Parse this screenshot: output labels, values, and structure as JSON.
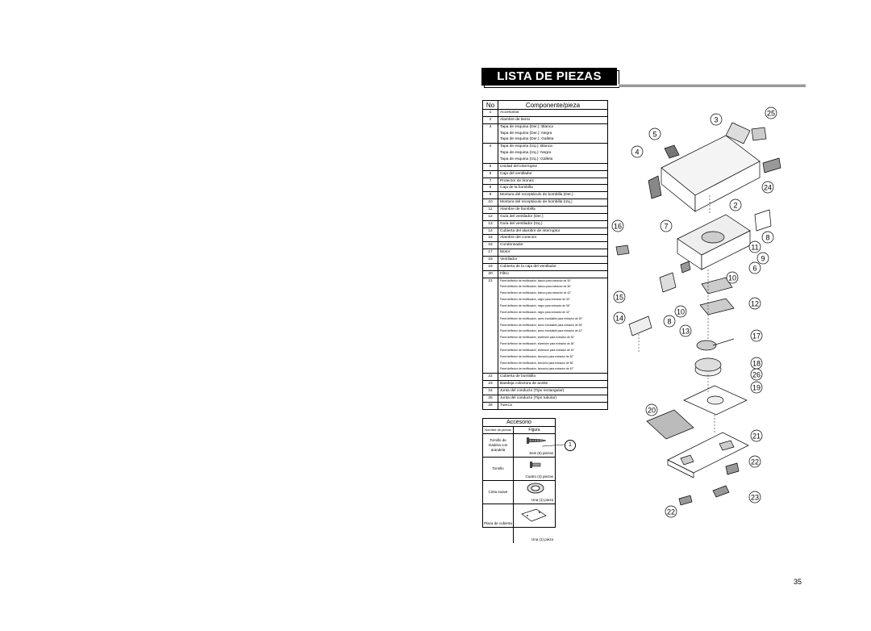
{
  "title": "LISTA DE PIEZAS",
  "table": {
    "header_no": "No",
    "header_component": "Componente/pieza",
    "rows": [
      {
        "no": "1",
        "lines": [
          "Accesorios"
        ]
      },
      {
        "no": "2",
        "lines": [
          "Alambre de tierra"
        ]
      },
      {
        "no": "3",
        "lines": [
          "Tapa de esquina (Der.): Blanca",
          "Tapa de esquina (Der.): Negra",
          "Tapa de esquina (Der.): Galleta"
        ]
      },
      {
        "no": "4",
        "lines": [
          "Tapa de esquina (Izq.): Blanca",
          "Tapa de esquina (Izq.): Negra",
          "Tapa de esquina (Izq.): Galleta"
        ]
      },
      {
        "no": "5",
        "lines": [
          "Unidad del interruptor"
        ]
      },
      {
        "no": "6",
        "lines": [
          "Caja del ventilador"
        ]
      },
      {
        "no": "7",
        "lines": [
          "Protector de tirones"
        ]
      },
      {
        "no": "8",
        "lines": [
          "Caja de la bombilla"
        ]
      },
      {
        "no": "9",
        "lines": [
          "Montura del receptáculo de bombilla (Der.)"
        ]
      },
      {
        "no": "10",
        "lines": [
          "Montura del receptáculo de bombilla (Izq.)"
        ]
      },
      {
        "no": "11",
        "lines": [
          "Alambre de bombilla"
        ]
      },
      {
        "no": "12",
        "lines": [
          "Guía del ventilador (Der.)"
        ]
      },
      {
        "no": "13",
        "lines": [
          "Guía del ventilador (Izq.)"
        ]
      },
      {
        "no": "14",
        "lines": [
          "Cubierta del alambre de interruptor"
        ]
      },
      {
        "no": "15",
        "lines": [
          "Alambre del conector"
        ]
      },
      {
        "no": "16",
        "lines": [
          "Condensador"
        ]
      },
      {
        "no": "17",
        "lines": [
          "Motor"
        ]
      },
      {
        "no": "18",
        "lines": [
          "Ventilador"
        ]
      },
      {
        "no": "19",
        "lines": [
          "Cubierta de la caja del ventilador"
        ]
      },
      {
        "no": "20",
        "lines": [
          "Filtro"
        ]
      },
      {
        "no": "21",
        "small": true,
        "lines": [
          "Panel deflector de rectificación, blanco para extractor de 30\"",
          "Panel deflector de rectificación, blanco para extractor de 36\"",
          "Panel deflector de rectificación, blanco para extractor de 42\"",
          "Panel deflector de rectificación, negro para extractor de 30\"",
          "Panel deflector de rectificación, negro para extractor de 36\"",
          "Panel deflector de rectificación, negro para extractor de 42\"",
          "Panel deflector de rectificación, acero inoxidable para extractor de 30\"",
          "Panel deflector de rectificación, acero inoxidable para extractor de 36\"",
          "Panel deflector de rectificación, acero inoxidable para extractor de 42\"",
          "Panel deflector de rectificación, silvertone para extractor de 30\"",
          "Panel deflector de rectificación, silvertone para extractor de 36\"",
          "Panel deflector de rectificación, silvertone para extractor de 42\"",
          "Panel deflector de rectificación, bizcocho para extractor de 30\"",
          "Panel deflector de rectificación, bizcocho para extractor de 36\"",
          "Panel deflector de rectificación, bizcocho para extractor de 42\""
        ]
      },
      {
        "no": "22",
        "lines": [
          "Cubierta de bombilla"
        ]
      },
      {
        "no": "23",
        "lines": [
          "Bandeja colectora de aceite"
        ]
      },
      {
        "no": "24",
        "lines": [
          "Junta del conducto (Tipo rectangular)"
        ]
      },
      {
        "no": "25",
        "lines": [
          "Junta del conducto (Tipo tubular)"
        ]
      },
      {
        "no": "26",
        "lines": [
          "Tuerca"
        ]
      }
    ]
  },
  "accessory": {
    "header": "Accesorio",
    "col_name": "Nombre de piezas",
    "col_figure": "Figura",
    "callout": "1",
    "items": [
      {
        "name": "Tornillo de madera con arandela",
        "qty": "Seis (6) piezas",
        "icon": "wood-screw-icon"
      },
      {
        "name": "Tornillo",
        "qty": "Cuatro (4) piezas",
        "icon": "screw-icon"
      },
      {
        "name": "Cinta suave",
        "qty": "Una (1) pieza",
        "icon": "tape-roll-icon"
      },
      {
        "name": "Placa de cubierta",
        "qty": "Una (1) pieza",
        "icon": "cover-plate-icon"
      }
    ]
  },
  "diagram_callouts": [
    "3",
    "25",
    "5",
    "4",
    "24",
    "2",
    "16",
    "7",
    "8",
    "11",
    "9",
    "6",
    "10",
    "15",
    "12",
    "14",
    "8",
    "10",
    "13",
    "17",
    "18",
    "26",
    "19",
    "20",
    "21",
    "22",
    "23",
    "22"
  ],
  "page_number": "35"
}
